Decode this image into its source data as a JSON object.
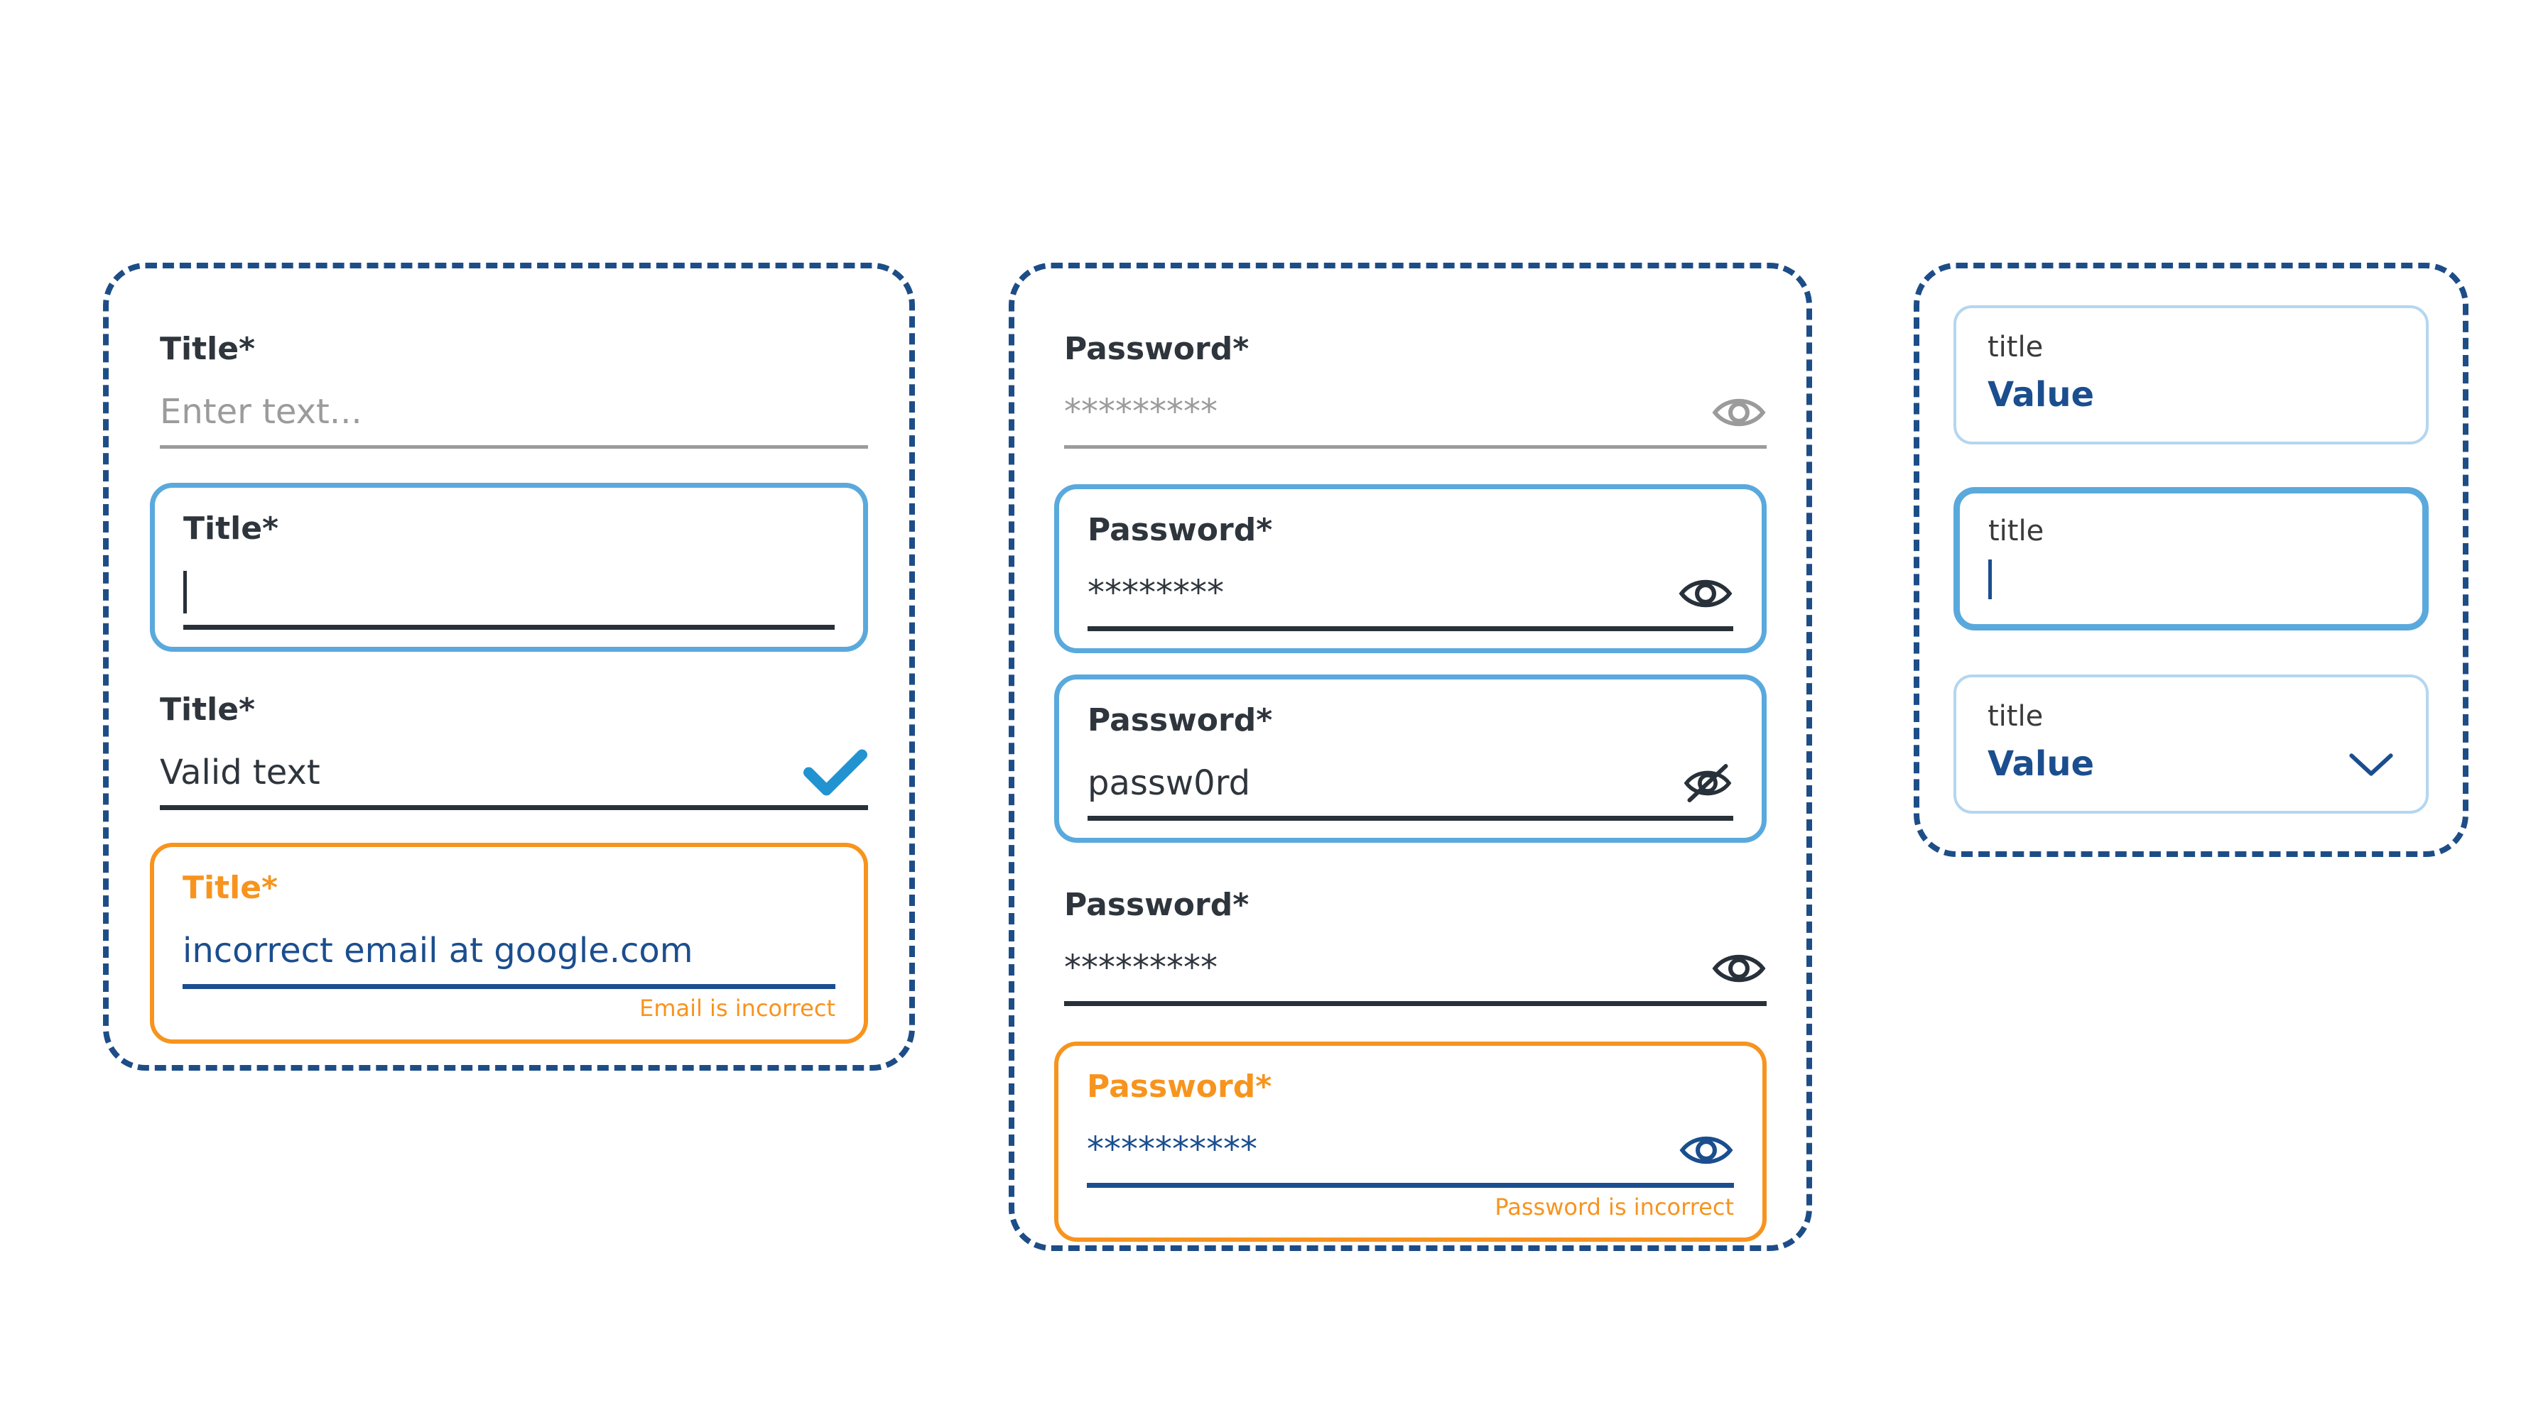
{
  "colors": {
    "dashed_border": "#1d4d87",
    "focus_border": "#5aa9dd",
    "light_border": "#b5d6ef",
    "error_orange": "#f7941e",
    "navy": "#1b4e8e",
    "dark": "#28313a",
    "gray": "#9b9b9b",
    "check_blue": "#2193d1"
  },
  "text_group": {
    "default": {
      "label": "Title*",
      "placeholder": "Enter text..."
    },
    "focused": {
      "label": "Title*"
    },
    "valid": {
      "label": "Title*",
      "value": "Valid text",
      "icon": "check"
    },
    "error": {
      "label": "Title*",
      "value": "incorrect email at google.com",
      "message": "Email is incorrect"
    }
  },
  "password_group": {
    "default": {
      "label": "Password*",
      "placeholder": "*********",
      "icon": "eye"
    },
    "focused": {
      "label": "Password*",
      "value": "********",
      "icon": "eye"
    },
    "visible": {
      "label": "Password*",
      "value": "passw0rd",
      "icon": "eye-off"
    },
    "filled": {
      "label": "Password*",
      "value": "*********",
      "icon": "eye"
    },
    "error": {
      "label": "Password*",
      "value": "**********",
      "icon": "eye",
      "message": "Password is incorrect"
    }
  },
  "compact_group": {
    "filled": {
      "title": "title",
      "value": "Value"
    },
    "focused": {
      "title": "title"
    },
    "dropdown": {
      "title": "title",
      "value": "Value",
      "icon": "chevron-down"
    }
  }
}
